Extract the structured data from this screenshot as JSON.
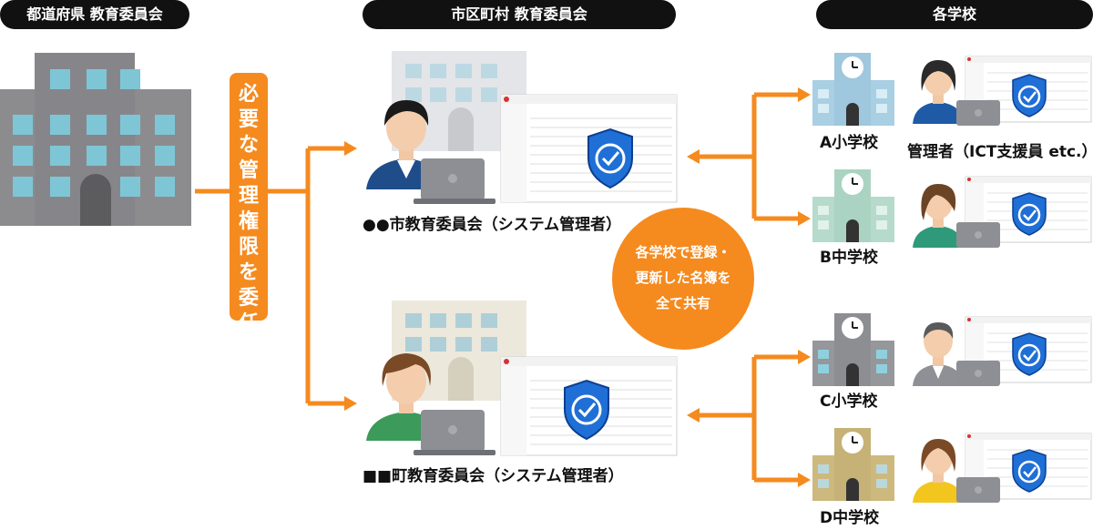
{
  "headers": {
    "prefecture": "都道府県 教育委員会",
    "municipal": "市区町村 教育委員会",
    "schools": "各学校"
  },
  "delegation": {
    "chars": [
      "必",
      "要",
      "な",
      "管",
      "理",
      "権",
      "限",
      "を",
      "委",
      "任"
    ]
  },
  "boards": {
    "city": "●●市教育委員会（システム管理者）",
    "town": "■■町教育委員会（システム管理者）"
  },
  "bubble": {
    "lines": [
      "各学校で登録・",
      "更新した名簿を",
      "全て共有"
    ]
  },
  "schools": {
    "a": "A小学校",
    "b": "B中学校",
    "c": "C小学校",
    "d": "D中学校",
    "admin": "管理者（ICT支援員 etc.）"
  },
  "colors": {
    "orange": "#f58a1f",
    "shield": "#1f6fd6",
    "header_bg": "#111111"
  }
}
